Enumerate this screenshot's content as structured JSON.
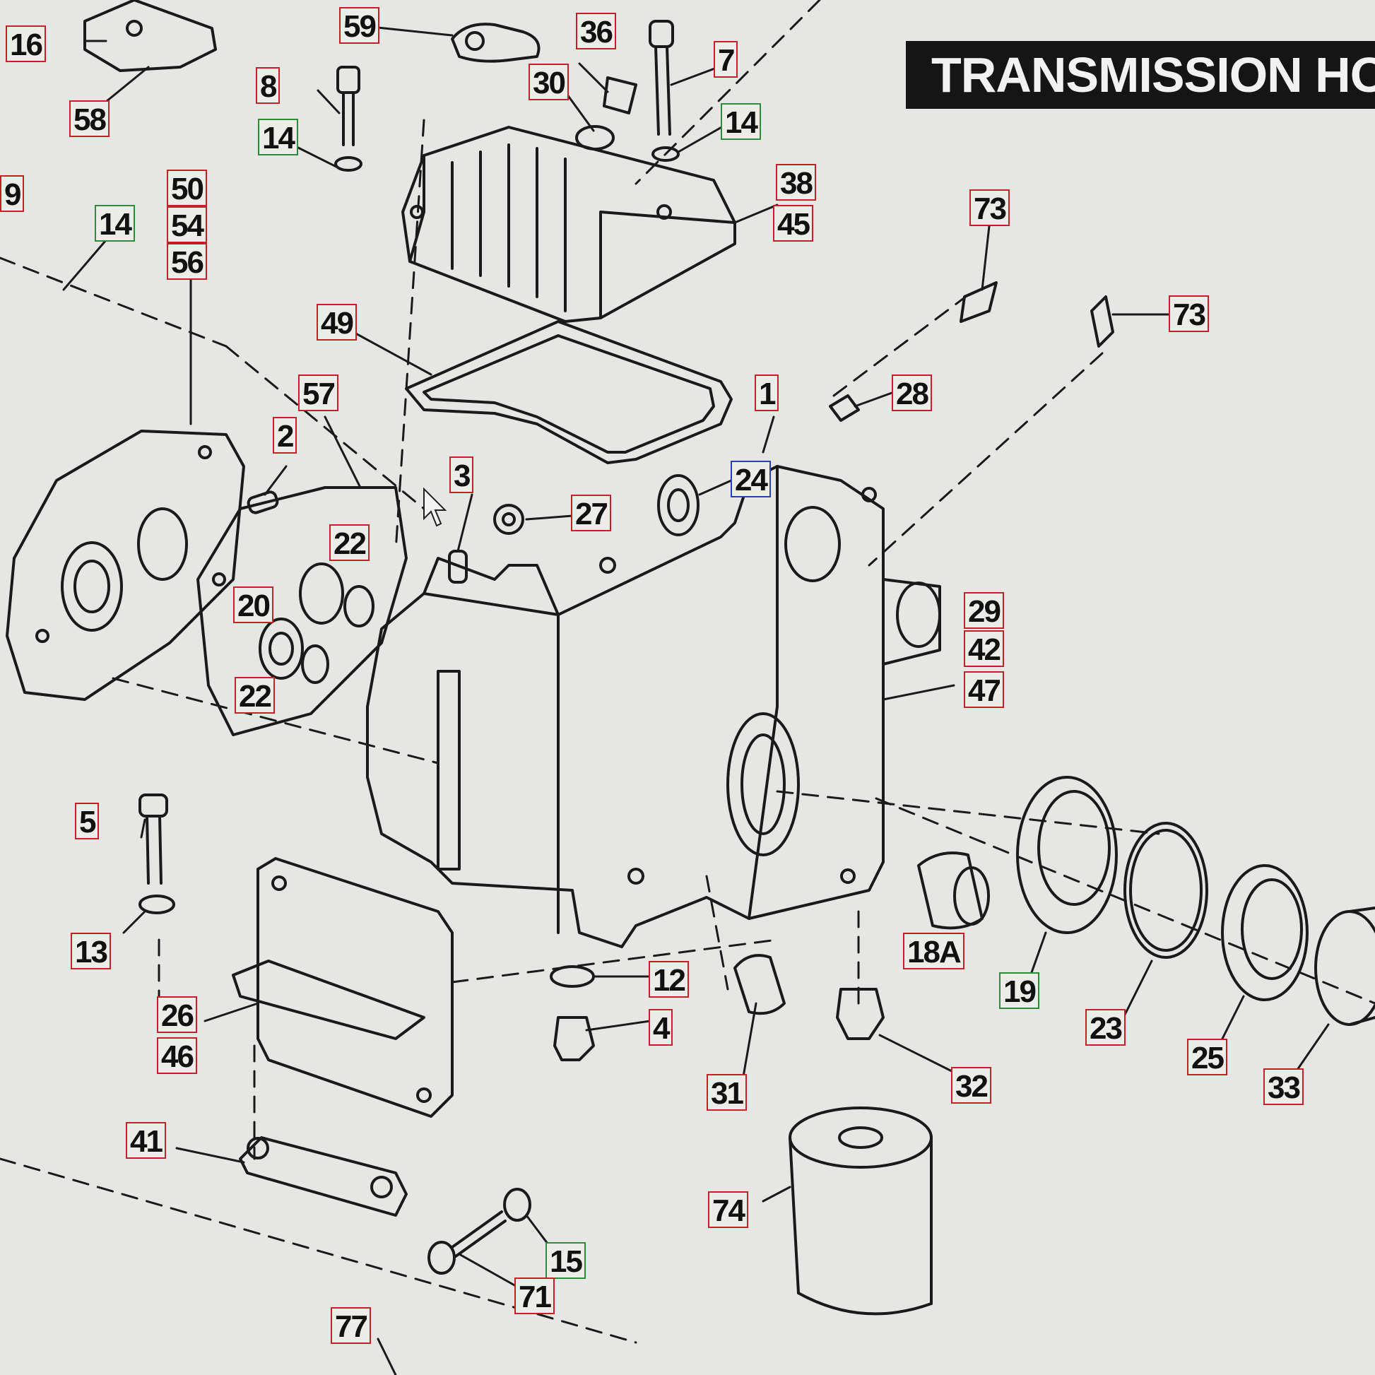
{
  "header": {
    "title": "TRANSMISSION HO"
  },
  "callouts": [
    {
      "id": "c59",
      "text": "59",
      "style": "red"
    },
    {
      "id": "c16",
      "text": "16",
      "style": "red"
    },
    {
      "id": "c58",
      "text": "58",
      "style": "red"
    },
    {
      "id": "c8",
      "text": "8",
      "style": "red"
    },
    {
      "id": "c14a",
      "text": "14",
      "style": "green"
    },
    {
      "id": "c36",
      "text": "36",
      "style": "red"
    },
    {
      "id": "c30",
      "text": "30",
      "style": "red"
    },
    {
      "id": "c7",
      "text": "7",
      "style": "red"
    },
    {
      "id": "c14b",
      "text": "14",
      "style": "green"
    },
    {
      "id": "c9",
      "text": "9",
      "style": "red"
    },
    {
      "id": "c50",
      "text": "50",
      "style": "red"
    },
    {
      "id": "c54",
      "text": "54",
      "style": "red"
    },
    {
      "id": "c56",
      "text": "56",
      "style": "red"
    },
    {
      "id": "c14c",
      "text": "14",
      "style": "green"
    },
    {
      "id": "c38",
      "text": "38",
      "style": "red"
    },
    {
      "id": "c45",
      "text": "45",
      "style": "red"
    },
    {
      "id": "c73a",
      "text": "73",
      "style": "red"
    },
    {
      "id": "c73b",
      "text": "73",
      "style": "red"
    },
    {
      "id": "c49",
      "text": "49",
      "style": "red"
    },
    {
      "id": "c1",
      "text": "1",
      "style": "red"
    },
    {
      "id": "c28",
      "text": "28",
      "style": "red"
    },
    {
      "id": "c57",
      "text": "57",
      "style": "red"
    },
    {
      "id": "c2",
      "text": "2",
      "style": "red"
    },
    {
      "id": "c3",
      "text": "3",
      "style": "red"
    },
    {
      "id": "c24",
      "text": "24",
      "style": "blue"
    },
    {
      "id": "c27",
      "text": "27",
      "style": "red"
    },
    {
      "id": "c22a",
      "text": "22",
      "style": "red"
    },
    {
      "id": "c20",
      "text": "20",
      "style": "red"
    },
    {
      "id": "c22b",
      "text": "22",
      "style": "red"
    },
    {
      "id": "c29",
      "text": "29",
      "style": "red"
    },
    {
      "id": "c42",
      "text": "42",
      "style": "red"
    },
    {
      "id": "c47",
      "text": "47",
      "style": "red"
    },
    {
      "id": "c5",
      "text": "5",
      "style": "red"
    },
    {
      "id": "c13",
      "text": "13",
      "style": "red"
    },
    {
      "id": "c18A",
      "text": "18A",
      "style": "red"
    },
    {
      "id": "c19",
      "text": "19",
      "style": "green"
    },
    {
      "id": "c12",
      "text": "12",
      "style": "red"
    },
    {
      "id": "c4",
      "text": "4",
      "style": "red"
    },
    {
      "id": "c23",
      "text": "23",
      "style": "red"
    },
    {
      "id": "c25",
      "text": "25",
      "style": "red"
    },
    {
      "id": "c33",
      "text": "33",
      "style": "red"
    },
    {
      "id": "c26",
      "text": "26",
      "style": "red"
    },
    {
      "id": "c46",
      "text": "46",
      "style": "red"
    },
    {
      "id": "c31",
      "text": "31",
      "style": "red"
    },
    {
      "id": "c32",
      "text": "32",
      "style": "red"
    },
    {
      "id": "c41",
      "text": "41",
      "style": "red"
    },
    {
      "id": "c74",
      "text": "74",
      "style": "red"
    },
    {
      "id": "c15",
      "text": "15",
      "style": "green"
    },
    {
      "id": "c71",
      "text": "71",
      "style": "red"
    },
    {
      "id": "c77",
      "text": "77",
      "style": "red"
    }
  ]
}
